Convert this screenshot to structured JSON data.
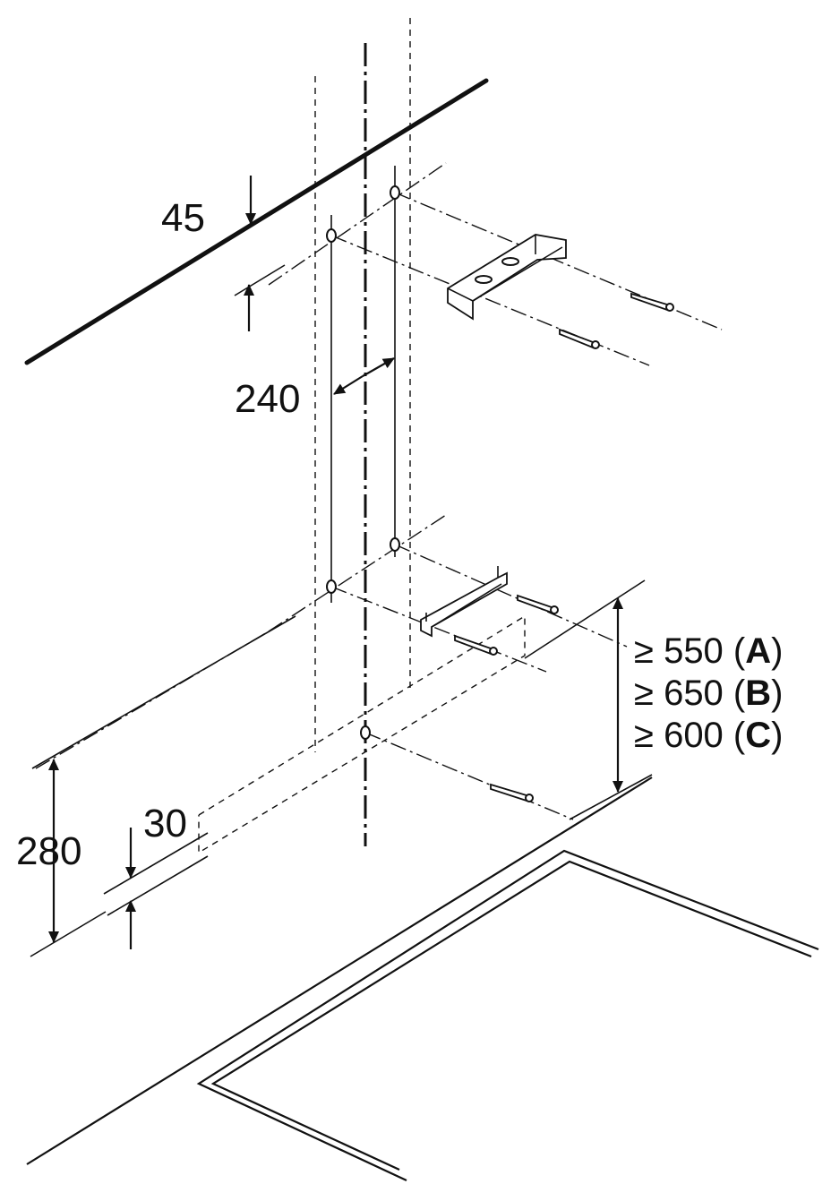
{
  "dimensions": {
    "angle_offset": "45",
    "hole_spacing": "240",
    "bottom_height": "280",
    "small_offset": "30"
  },
  "clearances": {
    "line_a": {
      "sym": "≥ 550 (",
      "letter": "A",
      "close": ")"
    },
    "line_b": {
      "sym": "≥ 650 (",
      "letter": "B",
      "close": ")"
    },
    "line_c": {
      "sym": "≥ 600 (",
      "letter": "C",
      "close": ")"
    }
  }
}
